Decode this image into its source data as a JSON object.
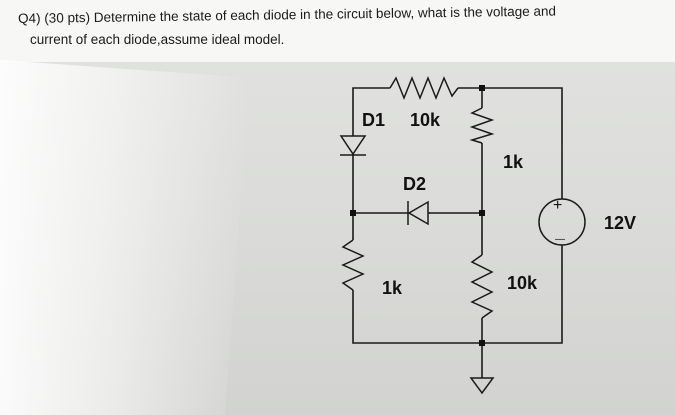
{
  "question": {
    "line1": "Q4) (30 pts) Determine the state of each diode in the circuit below, what is the voltage and",
    "line2": "current of  each diode,assume ideal model."
  },
  "circuit": {
    "labels": {
      "d1_top": "D1",
      "r_top": "10k",
      "r_right_upper": "1k",
      "d2": "D2",
      "source": "12V",
      "r_left_lower": "1k",
      "r_right_lower": "10k"
    },
    "source_polarity": {
      "plus": "+",
      "minus": "—"
    }
  }
}
